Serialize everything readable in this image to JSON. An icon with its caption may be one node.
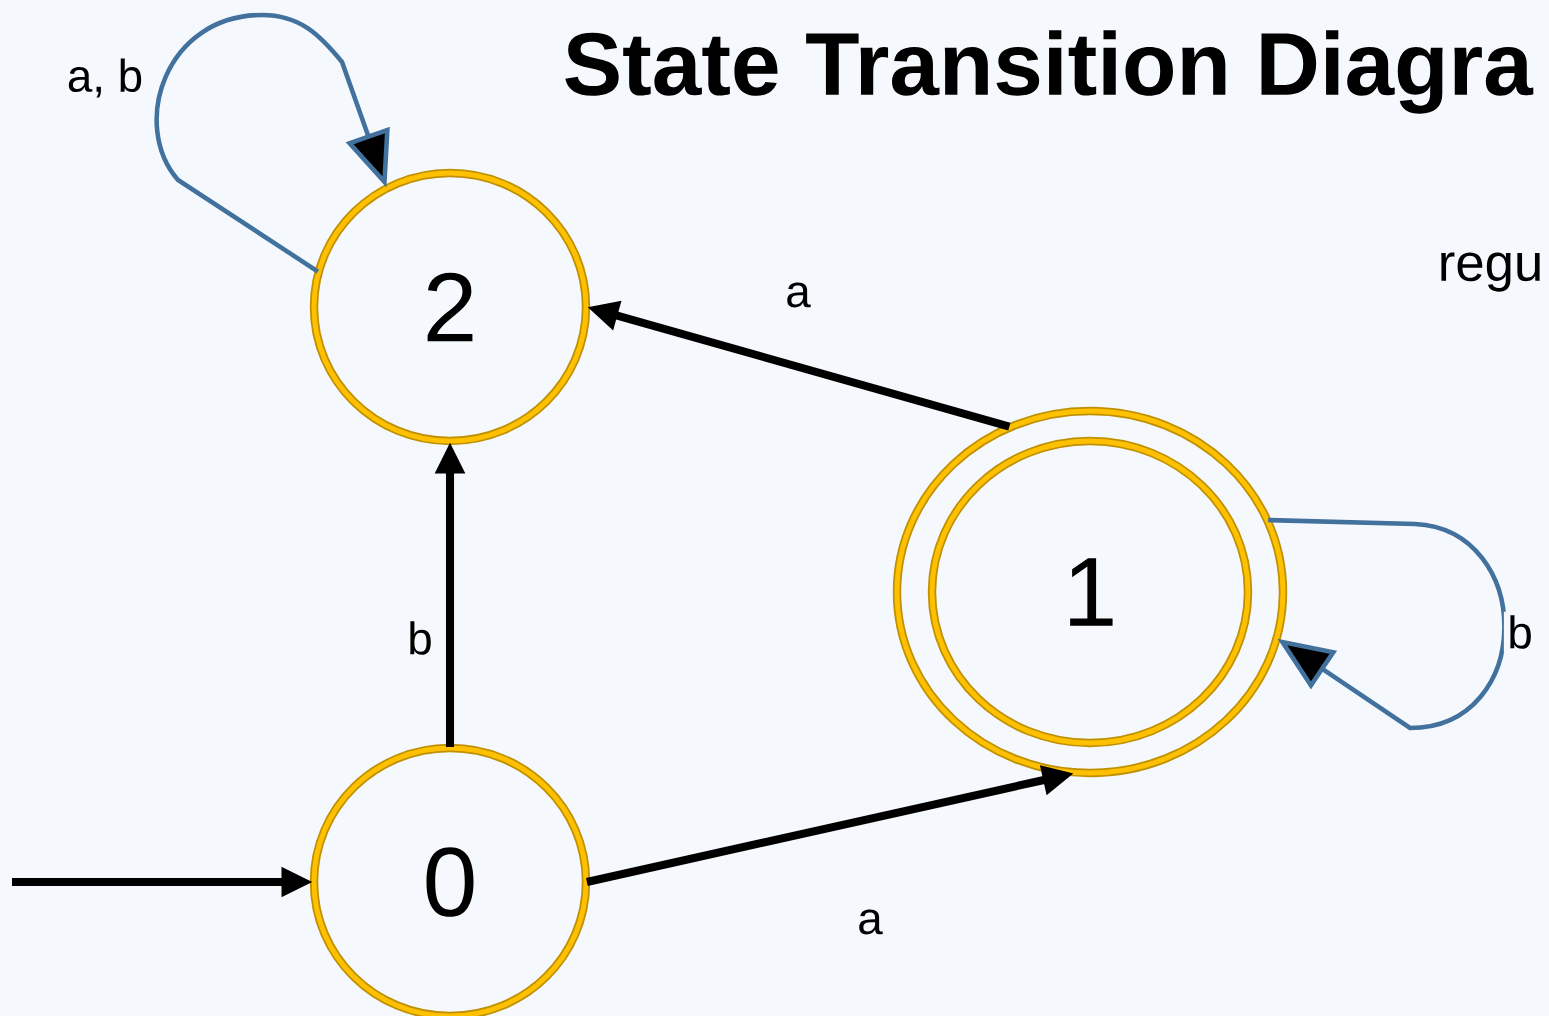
{
  "diagram": {
    "title": "State Transition Diagra",
    "nodes": [
      {
        "text": [
          "2"
        ]
      },
      {
        "text": [
          "1"
        ]
      },
      {
        "text": [
          "0"
        ]
      }
    ],
    "edges": [
      {
        "from": 0,
        "to": 0,
        "arrow": "to",
        "label": "a, b",
        "color": "#41719c"
      },
      {
        "from": 1,
        "to": 0,
        "arrow": "to",
        "label": "a"
      },
      {
        "from": 1,
        "to": 1,
        "arrow": "to",
        "label": "b",
        "color": "#41719c"
      },
      {
        "from": 2,
        "to": 0,
        "arrow": "to",
        "label": "b"
      },
      {
        "from": null,
        "to": 2,
        "arrow": "to"
      },
      {
        "from": 2,
        "to": 1,
        "arrow": "to",
        "label": "a"
      }
    ],
    "labels": [
      "regu"
    ]
  }
}
